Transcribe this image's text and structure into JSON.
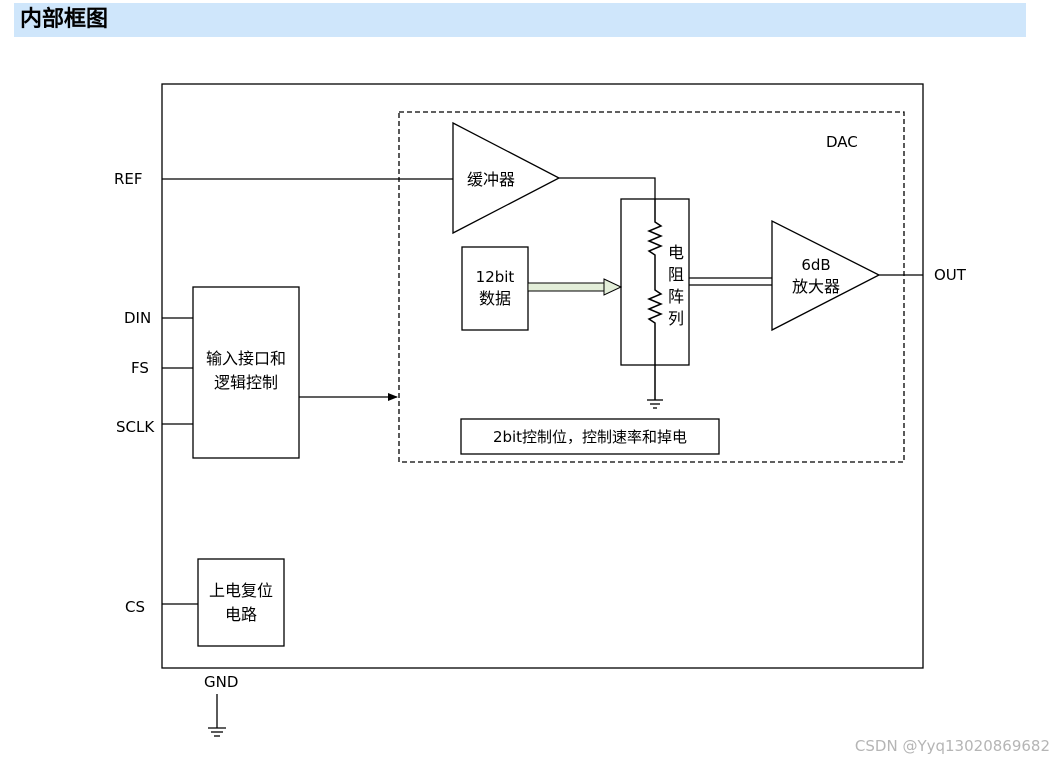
{
  "header": {
    "title": "内部框图"
  },
  "diagram": {
    "pins": {
      "ref": "REF",
      "din": "DIN",
      "fs": "FS",
      "sclk": "SCLK",
      "cs": "CS",
      "gnd": "GND",
      "out": "OUT"
    },
    "dac_label": "DAC",
    "buffer": "缓冲器",
    "data_block": {
      "line1": "12bit",
      "line2": "数据"
    },
    "resistor_array": [
      "电",
      "阻",
      "阵",
      "列"
    ],
    "amplifier": {
      "line1": "6dB",
      "line2": "放大器"
    },
    "interface_block": {
      "line1": "输入接口和",
      "line2": "逻辑控制"
    },
    "control_bits": "2bit控制位，控制速率和掉电",
    "power_reset": {
      "line1": "上电复位",
      "line2": "电路"
    }
  },
  "watermark": "CSDN @Yyq13020869682"
}
